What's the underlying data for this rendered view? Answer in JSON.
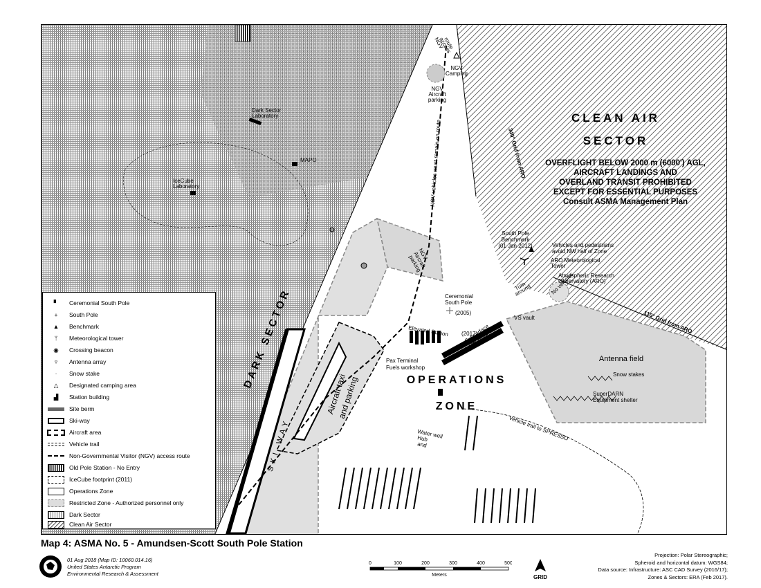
{
  "map": {
    "clean_air_title_1": "CLEAN AIR",
    "clean_air_title_2": "SECTOR",
    "clean_air_note": [
      "OVERFLIGHT BELOW 2000 m (6000') AGL,",
      "AIRCRAFT LANDINGS AND",
      "OVERLAND TRANSIT PROHIBITED",
      "EXCEPT FOR ESSENTIAL PURPOSES",
      "Consult ASMA Management Plan"
    ],
    "dark_sector_label": "DARK SECTOR",
    "ops_zone_1": "OPERATIONS",
    "ops_zone_2": "ZONE",
    "skiway_label": "S K I - W A Y",
    "aircraft_taxi_label": "Aircraft taxi",
    "parking_label": "and parking",
    "grid_340": "340° Grid from ARO",
    "grid_110": "110° Grid from ARO",
    "ngv_route": "NGV vehicles must remain on route",
    "vehicle_trail_spresso": "Vehicle trail to SPRESSO",
    "antenna_field": "Antenna field",
    "snow_stakes": "Snow stakes",
    "superdarn": [
      "SuperDARN",
      "Equipment shelter"
    ],
    "sp_benchmark": [
      "South Pole",
      "Benchmark",
      "(01 Jan 2012)"
    ],
    "vehicles_note": [
      "Vehicles and pedestrians",
      "avoid NW half of Zone"
    ],
    "aro_met": [
      "ARO Meteorological",
      "Tower"
    ],
    "aro": [
      "Atmospheric Research",
      "Observatory (ARO)"
    ],
    "ceremonial": [
      "Ceremonial",
      "South Pole"
    ],
    "pole_2005": "(2005)",
    "pole_2017": "(2017)",
    "elevated_station": "Elevated Station",
    "pax_terminal": "Pax Terminal",
    "fuels_workshop": "Fuels workshop",
    "ngv_camping": [
      "NGV",
      "Camping"
    ],
    "ngv_aircraft_parking": [
      "NGV",
      "Aircraft",
      "parking"
    ],
    "ngv_access": [
      "NGV",
      "access",
      "route"
    ],
    "ngv_parking_zone": [
      "NGV",
      "Aircraft",
      "parking"
    ],
    "dark_sector_lab": [
      "Dark Sector",
      "Laboratory"
    ],
    "mapo": "MAPO",
    "icecube_lab": [
      "IceCube",
      "Laboratory"
    ],
    "vs_vault": "VS vault",
    "turn_around": [
      "Turn",
      "around"
    ],
    "no_vehicles": "No vehicles",
    "water_well": [
      "Water well",
      "Hub",
      "and"
    ],
    "subsurface": [
      "Subsurface",
      "fuel store"
    ]
  },
  "legend": {
    "items": [
      {
        "label": "Ceremonial South Pole",
        "icon": "ceremonial-pole-icon"
      },
      {
        "label": "South Pole",
        "icon": "south-pole-icon"
      },
      {
        "label": "Benchmark",
        "icon": "benchmark-icon"
      },
      {
        "label": "Meteorological tower",
        "icon": "met-tower-icon"
      },
      {
        "label": "Crossing beacon",
        "icon": "crossing-beacon-icon"
      },
      {
        "label": "Antenna array",
        "icon": "antenna-array-icon"
      },
      {
        "label": "Snow stake",
        "icon": "snow-stake-icon"
      },
      {
        "label": "Designated camping area",
        "icon": "camping-icon"
      },
      {
        "label": "Station building",
        "icon": "station-building-icon"
      },
      {
        "label": "Site berm",
        "icon": "berm-icon"
      },
      {
        "label": "Ski-way",
        "icon": "skiway-icon"
      },
      {
        "label": "Aircraft area",
        "icon": "aircraft-area-icon"
      },
      {
        "label": "Vehicle trail",
        "icon": "vehicle-trail-icon"
      },
      {
        "label": "Non-Governmental Visitor (NGV) access route",
        "icon": "ngv-route-icon"
      },
      {
        "label": "Old Pole Station - No Entry",
        "icon": "old-station-icon"
      },
      {
        "label": "IceCube footprint (2011)",
        "icon": "icecube-icon"
      },
      {
        "label": "Operations Zone",
        "icon": "ops-zone-icon"
      },
      {
        "label": "Restricted Zone - Authorized personnel only",
        "icon": "restricted-zone-icon"
      },
      {
        "label": "Dark Sector",
        "icon": "dark-sector-icon"
      },
      {
        "label": "Clean Air Sector",
        "icon": "clean-air-icon"
      }
    ]
  },
  "footer": {
    "title": "Map 4: ASMA No. 5 - Amundsen-Scott South Pole Station",
    "credits": [
      "01 Aug 2018 (Map ID: 10060.014.16)",
      "United States Antarctic Program",
      "Environmental Research & Assessment"
    ],
    "scale_ticks": [
      "0",
      "100",
      "200",
      "300",
      "400",
      "500"
    ],
    "scale_unit": "Meters",
    "north_label": "GRID",
    "projection": [
      "Projection: Polar Stereographic;",
      "Spheroid and horizontal datum: WGS84;",
      "Data source: Infrastructure: ASC CAD Survey (2016/17);",
      "Zones & Sectors: ERA (Feb 2017)."
    ]
  }
}
